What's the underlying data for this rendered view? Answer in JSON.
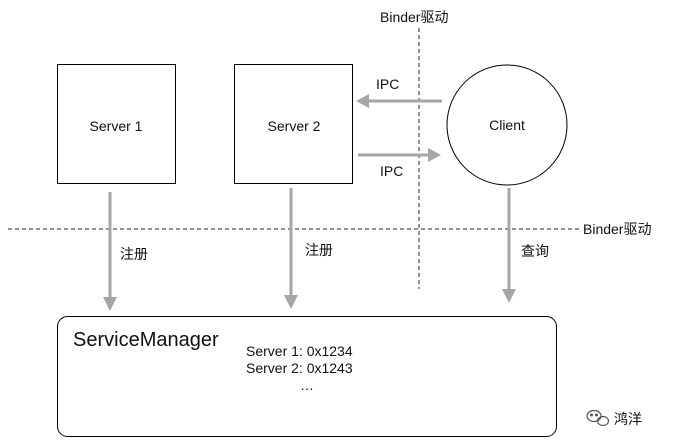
{
  "binder_top_label": "Binder驱动",
  "binder_right_label": "Binder驱动",
  "nodes": {
    "server1": "Server 1",
    "server2": "Server 2",
    "client": "Client"
  },
  "ipc_top_label": "IPC",
  "ipc_bottom_label": "IPC",
  "register_label_1": "注册",
  "register_label_2": "注册",
  "query_label": "查询",
  "service_manager": {
    "title": "ServiceManager",
    "entries": [
      "Server 1: 0x1234",
      "Server 2: 0x1243",
      "…"
    ]
  },
  "watermark": {
    "text": "鸿洋",
    "icon": "wechat-icon"
  },
  "colors": {
    "arrow": "#a6a6a6",
    "box_stroke": "#000000"
  }
}
